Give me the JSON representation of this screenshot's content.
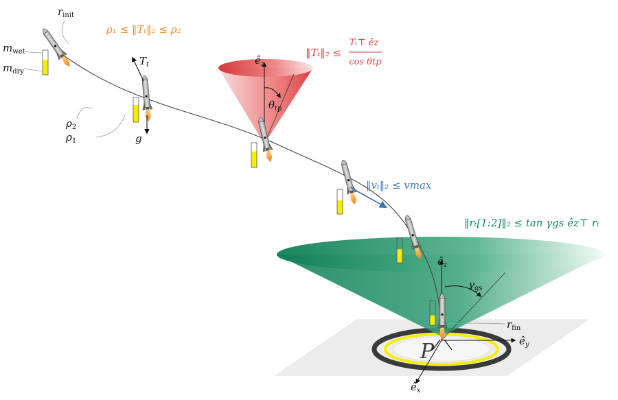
{
  "labels": {
    "r_init": "r",
    "r_init_sub": "init",
    "m_wet": "m",
    "m_wet_sub": "wet",
    "m_dry": "m",
    "m_dry_sub": "dry",
    "rho2": "ρ",
    "rho2_sub": "2",
    "rho1": "ρ",
    "rho1_sub": "1",
    "thrust": "T",
    "thrust_sub": "t",
    "gravity": "g",
    "theta_tp": "θ",
    "theta_tp_sub": "tp",
    "ez_top": "ê",
    "ez_top_sub": "z",
    "ez_ground": "ê",
    "ez_ground_sub": "z",
    "ey": "ê",
    "ey_sub": "y",
    "ex": "ê",
    "ex_sub": "x",
    "gamma_gs": "γ",
    "gamma_gs_sub": "gs",
    "r_fin": "r",
    "r_fin_sub": "fin"
  },
  "constraints": {
    "thrust_bounds": "ρ₁ ≤ ‖Tₜ‖₂ ≤ ρ₂",
    "pointing_lhs": "‖Tₜ‖₂ ≤",
    "pointing_num": "Tₜ⊤ êz",
    "pointing_den": "cos θtp",
    "velocity": "‖vₜ‖₂ ≤ vmax",
    "glideslope": "‖rₜ[1:2]‖₂ ≤ tan γgs êz⊤ rₜ"
  },
  "colors": {
    "thrust_constraint": "#f08a24",
    "pointing_cone": "#e23b3b",
    "velocity": "#3d74b0",
    "glideslope": "#12855a",
    "fuel": "#f5ee00",
    "flame": "#f07d1a"
  },
  "fuel_levels": [
    0.6,
    0.7,
    0.65,
    0.55,
    0.55,
    0.4
  ]
}
